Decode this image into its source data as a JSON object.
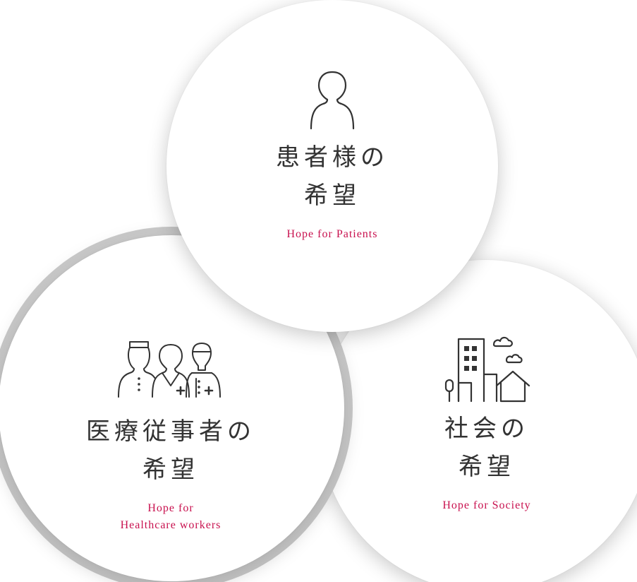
{
  "accent_color": "#c8104e",
  "text_color": "#333333",
  "patients": {
    "icon": "person-icon",
    "title_line1": "患者様の",
    "title_line2": "希望",
    "subtitle": "Hope for Patients"
  },
  "workers": {
    "icon": "healthcare-workers-icon",
    "title_line1": "医療従事者の",
    "title_line2": "希望",
    "subtitle_line1": "Hope for",
    "subtitle_line2": "Healthcare workers"
  },
  "society": {
    "icon": "city-icon",
    "title_line1": "社会の",
    "title_line2": "希望",
    "subtitle": "Hope for Society"
  }
}
